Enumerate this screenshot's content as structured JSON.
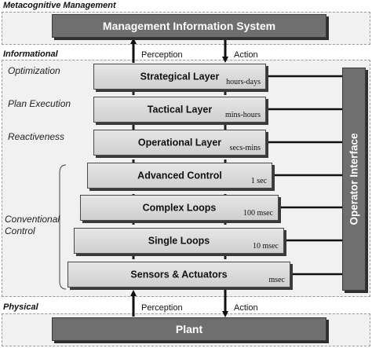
{
  "regions": {
    "metacognitive": {
      "label": "Metacognitive Management"
    },
    "informational": {
      "label": "Informational"
    },
    "physical": {
      "label": "Physical"
    }
  },
  "mis_box": {
    "label": "Management Information System"
  },
  "plant_box": {
    "label": "Plant"
  },
  "operator_interface": {
    "label": "Operator Interface"
  },
  "arrows": {
    "top_perception": "Perception",
    "top_action": "Action",
    "bottom_perception": "Perception",
    "bottom_action": "Action"
  },
  "side_labels": {
    "optimization": "Optimization",
    "plan_execution": "Plan Execution",
    "reactiveness": "Reactiveness",
    "conventional_control_line1": "Conventional",
    "conventional_control_line2": "Control"
  },
  "layers": [
    {
      "name": "Strategical Layer",
      "time": "hours-days"
    },
    {
      "name": "Tactical Layer",
      "time": "mins-hours"
    },
    {
      "name": "Operational Layer",
      "time": "secs-mins"
    },
    {
      "name": "Advanced Control",
      "time": "1 sec"
    },
    {
      "name": "Complex Loops",
      "time": "100 msec"
    },
    {
      "name": "Single Loops",
      "time": "10 msec"
    },
    {
      "name": "Sensors & Actuators",
      "time": "msec"
    }
  ],
  "colors": {
    "dark_box": "#6f6f6f",
    "layer_fill": "#dcdcdc",
    "region_fill": "#f1f1f1"
  }
}
